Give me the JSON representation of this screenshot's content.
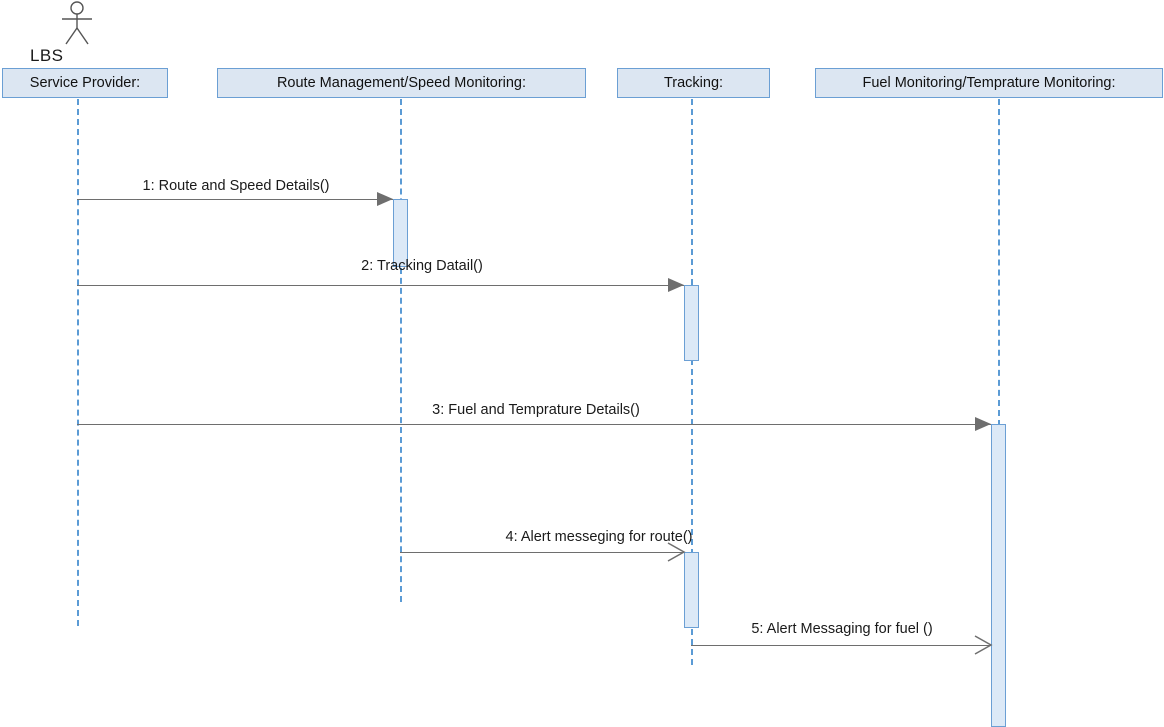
{
  "diagram": {
    "type": "uml-sequence-diagram",
    "actor": {
      "name": "LBS",
      "icon": "actor-stick-figure-icon"
    },
    "colors": {
      "header_fill": "#dce6f2",
      "header_border": "#6b9fd4",
      "lifeline": "#5b9bd5",
      "activation_fill": "#dce9f7",
      "activation_border": "#6b9fd4",
      "message_line": "#6e6e6e",
      "text": "#1a1a1a"
    },
    "participants": [
      {
        "id": "service-provider",
        "label": "Service Provider:"
      },
      {
        "id": "route-management",
        "label": "Route Management/Speed Monitoring:"
      },
      {
        "id": "tracking",
        "label": "Tracking:"
      },
      {
        "id": "fuel-monitoring",
        "label": "Fuel Monitoring/Temprature Monitoring:"
      }
    ],
    "messages": [
      {
        "seq": "1",
        "label": "1: Route and Speed Details()",
        "from": "service-provider",
        "to": "route-management",
        "arrow": "filled"
      },
      {
        "seq": "2",
        "label": "2: Tracking Datail()",
        "from": "service-provider",
        "to": "tracking",
        "arrow": "filled"
      },
      {
        "seq": "3",
        "label": "3: Fuel and Temprature Details()",
        "from": "service-provider",
        "to": "fuel-monitoring",
        "arrow": "filled"
      },
      {
        "seq": "4",
        "label": "4: Alert messeging for route()",
        "from": "route-management",
        "to": "tracking",
        "arrow": "open"
      },
      {
        "seq": "5",
        "label": "5: Alert Messaging for fuel ()",
        "from": "tracking",
        "to": "fuel-monitoring",
        "arrow": "open"
      }
    ]
  }
}
